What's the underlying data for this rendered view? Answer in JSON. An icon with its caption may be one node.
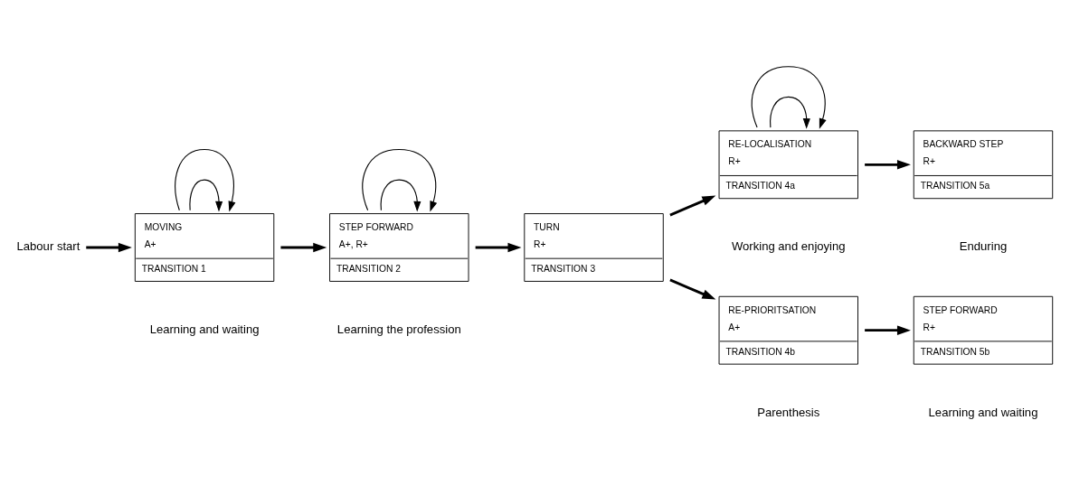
{
  "diagram": {
    "nodes": [
      {
        "text": [
          "Labour start"
        ]
      },
      {
        "text": [
          "MOVING",
          "A+",
          "TRANSITION 1"
        ]
      },
      {
        "text": [
          "STEP FORWARD",
          "A+, R+",
          "TRANSITION 2"
        ]
      },
      {
        "text": [
          "TURN",
          "R+",
          "TRANSITION 3"
        ]
      },
      {
        "text": [
          "RE-LOCALISATION",
          "R+",
          "TRANSITION 4a"
        ]
      },
      {
        "text": [
          "BACKWARD STEP",
          "R+",
          "TRANSITION 5a"
        ]
      },
      {
        "text": [
          "RE-PRIORITSATION",
          "A+",
          "TRANSITION 4b"
        ]
      },
      {
        "text": [
          "STEP FORWARD",
          "R+",
          "TRANSITION 5b"
        ]
      }
    ],
    "edges": [
      {
        "from": 0,
        "to": 1,
        "arrow": "to"
      },
      {
        "from": 1,
        "to": 1,
        "arrow": "to"
      },
      {
        "from": 1,
        "to": 1,
        "arrow": "to"
      },
      {
        "from": 1,
        "to": 2,
        "arrow": "to"
      },
      {
        "from": 2,
        "to": 2,
        "arrow": "to"
      },
      {
        "from": 2,
        "to": 2,
        "arrow": "to"
      },
      {
        "from": 2,
        "to": 3,
        "arrow": "to"
      },
      {
        "from": 3,
        "to": 4,
        "arrow": "to"
      },
      {
        "from": 3,
        "to": 6,
        "arrow": "to"
      },
      {
        "from": 4,
        "to": 4,
        "arrow": "to"
      },
      {
        "from": 4,
        "to": 4,
        "arrow": "to"
      },
      {
        "from": 4,
        "to": 5,
        "arrow": "to"
      },
      {
        "from": 6,
        "to": 7,
        "arrow": "to"
      }
    ],
    "labels": [
      "Learning and waiting",
      "Working and enjoying",
      "Enduring",
      "Learning the profession",
      "Parenthesis",
      "Learning and waiting"
    ]
  }
}
